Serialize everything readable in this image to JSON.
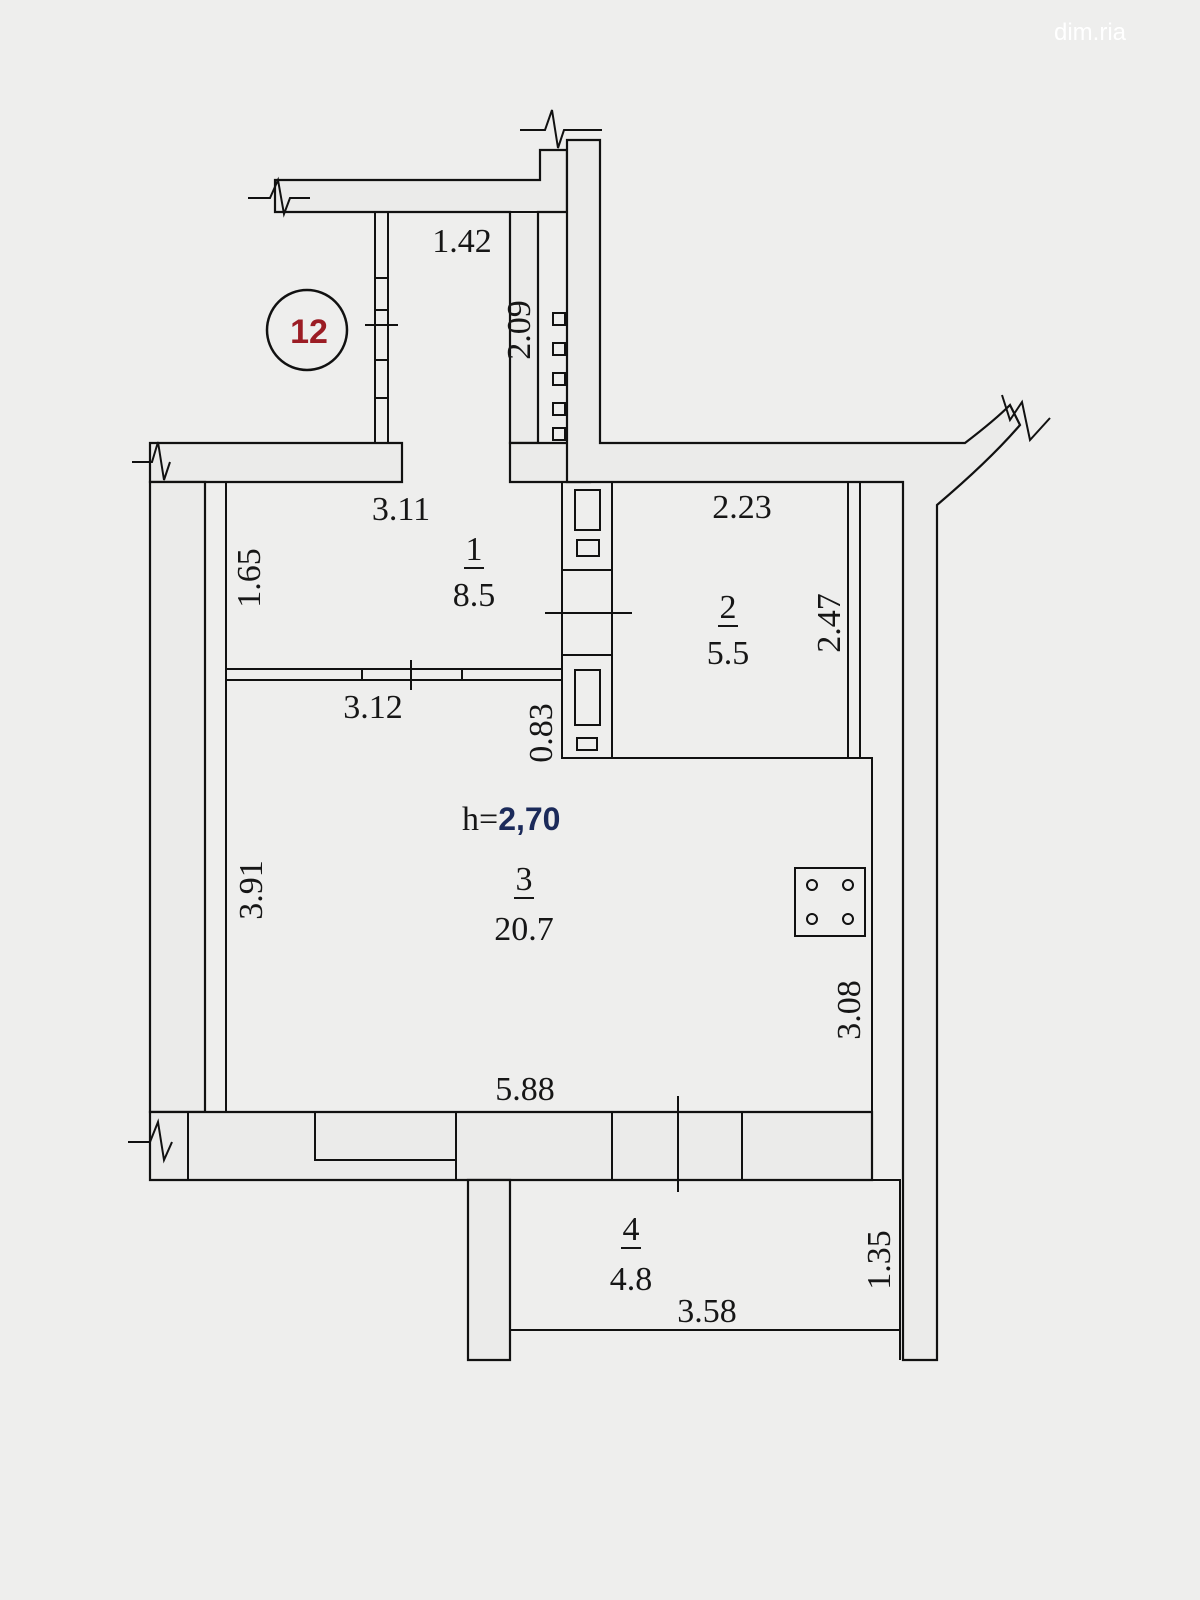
{
  "watermark": "dim.ria",
  "unit_marker": {
    "label": "12",
    "color": "#9b1c24"
  },
  "ceiling_height": {
    "prefix": "h=",
    "value": "2,70",
    "color": "#1b2a5a"
  },
  "rooms": [
    {
      "number": "1",
      "area": "8.5"
    },
    {
      "number": "2",
      "area": "5.5"
    },
    {
      "number": "3",
      "area": "20.7"
    },
    {
      "number": "4",
      "area": "4.8"
    }
  ],
  "dimensions": {
    "hall_top_width": "1.42",
    "hall_depth": "2.09",
    "hall_width": "3.11",
    "hall_height": "1.65",
    "hall_bottom_width": "3.12",
    "duct_width": "0.83",
    "bath_width": "2.23",
    "bath_height": "2.47",
    "living_height": "3.91",
    "living_right_height": "3.08",
    "living_width": "5.88",
    "balcony_width": "3.58",
    "balcony_depth": "1.35"
  },
  "icons": {
    "stove": "stove-icon",
    "ventilation": "ventilation-duct-icon",
    "break_line": "break-line-icon"
  }
}
